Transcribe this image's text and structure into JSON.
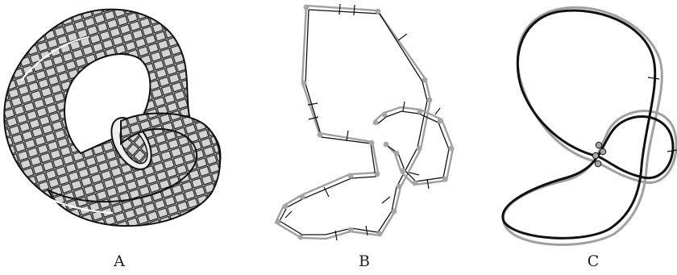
{
  "panels": [
    {
      "label": "A",
      "content": "tube-surface"
    },
    {
      "label": "B",
      "content": "polygon-pair"
    },
    {
      "label": "C",
      "content": "smooth-curve-pair"
    }
  ],
  "colors": {
    "dark_stroke": "#111111",
    "light_stroke": "#a0a0a0",
    "tile_fill": "#d4d4d4",
    "vertex_fill": "#a6a6a6",
    "background": "#ffffff"
  }
}
